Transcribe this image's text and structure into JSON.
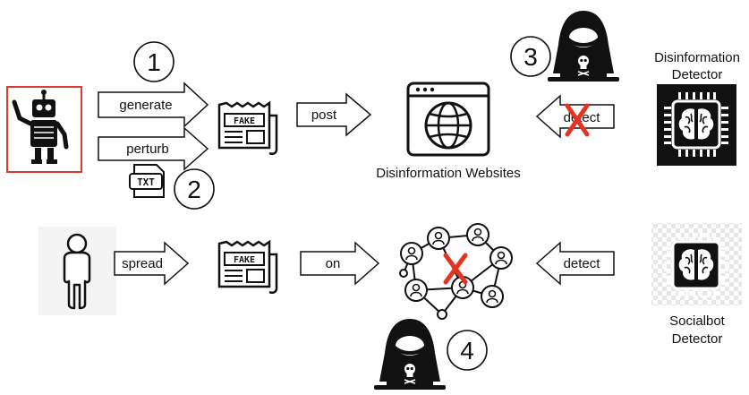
{
  "arrows": {
    "generate": "generate",
    "perturb": "perturb",
    "post": "post",
    "detect_top": "detect",
    "spread": "spread",
    "on": "on",
    "detect_bottom": "detect"
  },
  "steps": [
    "1",
    "2",
    "3",
    "4"
  ],
  "captions": {
    "websites": "Disinformation Websites",
    "disinfo_detector_line1": "Disinformation",
    "disinfo_detector_line2": "Detector",
    "socialbot_detector_line1": "Socialbot",
    "socialbot_detector_line2": "Detector"
  },
  "icon_text": {
    "fake": "FAKE",
    "txt": "TXT"
  },
  "icons": [
    "robot-icon",
    "fake-news-icon",
    "txt-file-icon",
    "website-globe-icon",
    "hacker-icon",
    "brain-chip-icon",
    "person-icon",
    "social-network-icon",
    "cross-mark-icon"
  ],
  "colors": {
    "robot_frame": "#e03a2f",
    "cross": "#e53321"
  }
}
